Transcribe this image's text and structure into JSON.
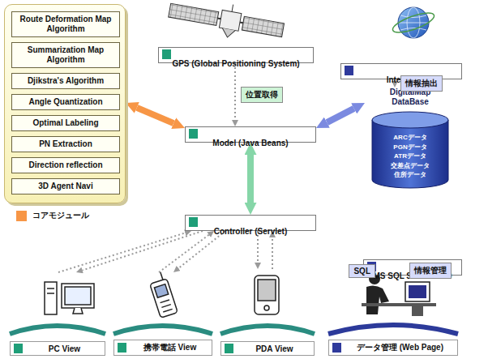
{
  "diagram": {
    "nodes": [
      {
        "text": []
      },
      {
        "text": [
          "Route Deformation Map Algorithm"
        ],
        "in": 0
      },
      {
        "text": [
          "Summarization Map Algorithm"
        ],
        "in": 0
      },
      {
        "text": [
          "Djikstra's Algorithm"
        ],
        "in": 0
      },
      {
        "text": [
          "Angle Quantization"
        ],
        "in": 0
      },
      {
        "text": [
          "Optimal Labeling"
        ],
        "in": 0
      },
      {
        "text": [
          "PN Extraction"
        ],
        "in": 0
      },
      {
        "text": [
          "Direction reflection"
        ],
        "in": 0
      },
      {
        "text": [
          "3D Agent Navi"
        ],
        "in": 0
      },
      {
        "text": [
          "GPS (Global Positioning System)"
        ]
      },
      {
        "text": [
          "Internet"
        ]
      },
      {
        "text": [
          "Model (Java Beans)"
        ]
      },
      {
        "text": [
          "Controller (Servlet)"
        ]
      },
      {
        "text": [
          "DigitalMap DataBase",
          "ARCデータ",
          "PGNデータ",
          "ATRデータ",
          "交差点データ",
          "住所データ"
        ]
      },
      {
        "text": [
          "MS SQL Server 2000"
        ]
      },
      {
        "text": [
          "PC View"
        ]
      },
      {
        "text": [
          "携帯電話 View"
        ]
      },
      {
        "text": [
          "PDA View"
        ]
      },
      {
        "text": [
          "データ管理 (Web Page)"
        ]
      }
    ],
    "edges": [
      {
        "from": 0,
        "to": 11,
        "arrow": "both"
      },
      {
        "from": 9,
        "to": 11,
        "arrow": "to",
        "label": "位置取得"
      },
      {
        "from": 10,
        "to": 13,
        "arrow": "to",
        "label": "情報抽出"
      },
      {
        "from": 11,
        "to": 13,
        "arrow": "both"
      },
      {
        "from": 11,
        "to": 12,
        "arrow": "both"
      },
      {
        "from": 12,
        "to": 15,
        "arrow": "to"
      },
      {
        "from": 15,
        "to": 12,
        "arrow": "to"
      },
      {
        "from": 12,
        "to": 16,
        "arrow": "to"
      },
      {
        "from": 16,
        "to": 12,
        "arrow": "to"
      },
      {
        "from": 12,
        "to": 17,
        "arrow": "to"
      },
      {
        "from": 17,
        "to": 12,
        "arrow": "to"
      },
      {
        "from": 18,
        "to": 14,
        "arrow": "to",
        "label": "SQL"
      },
      {
        "from": 14,
        "to": 18,
        "arrow": "to",
        "label": "情報管理"
      }
    ],
    "legend": [
      {
        "text": "コアモジュール",
        "color": "#f79646"
      }
    ]
  }
}
